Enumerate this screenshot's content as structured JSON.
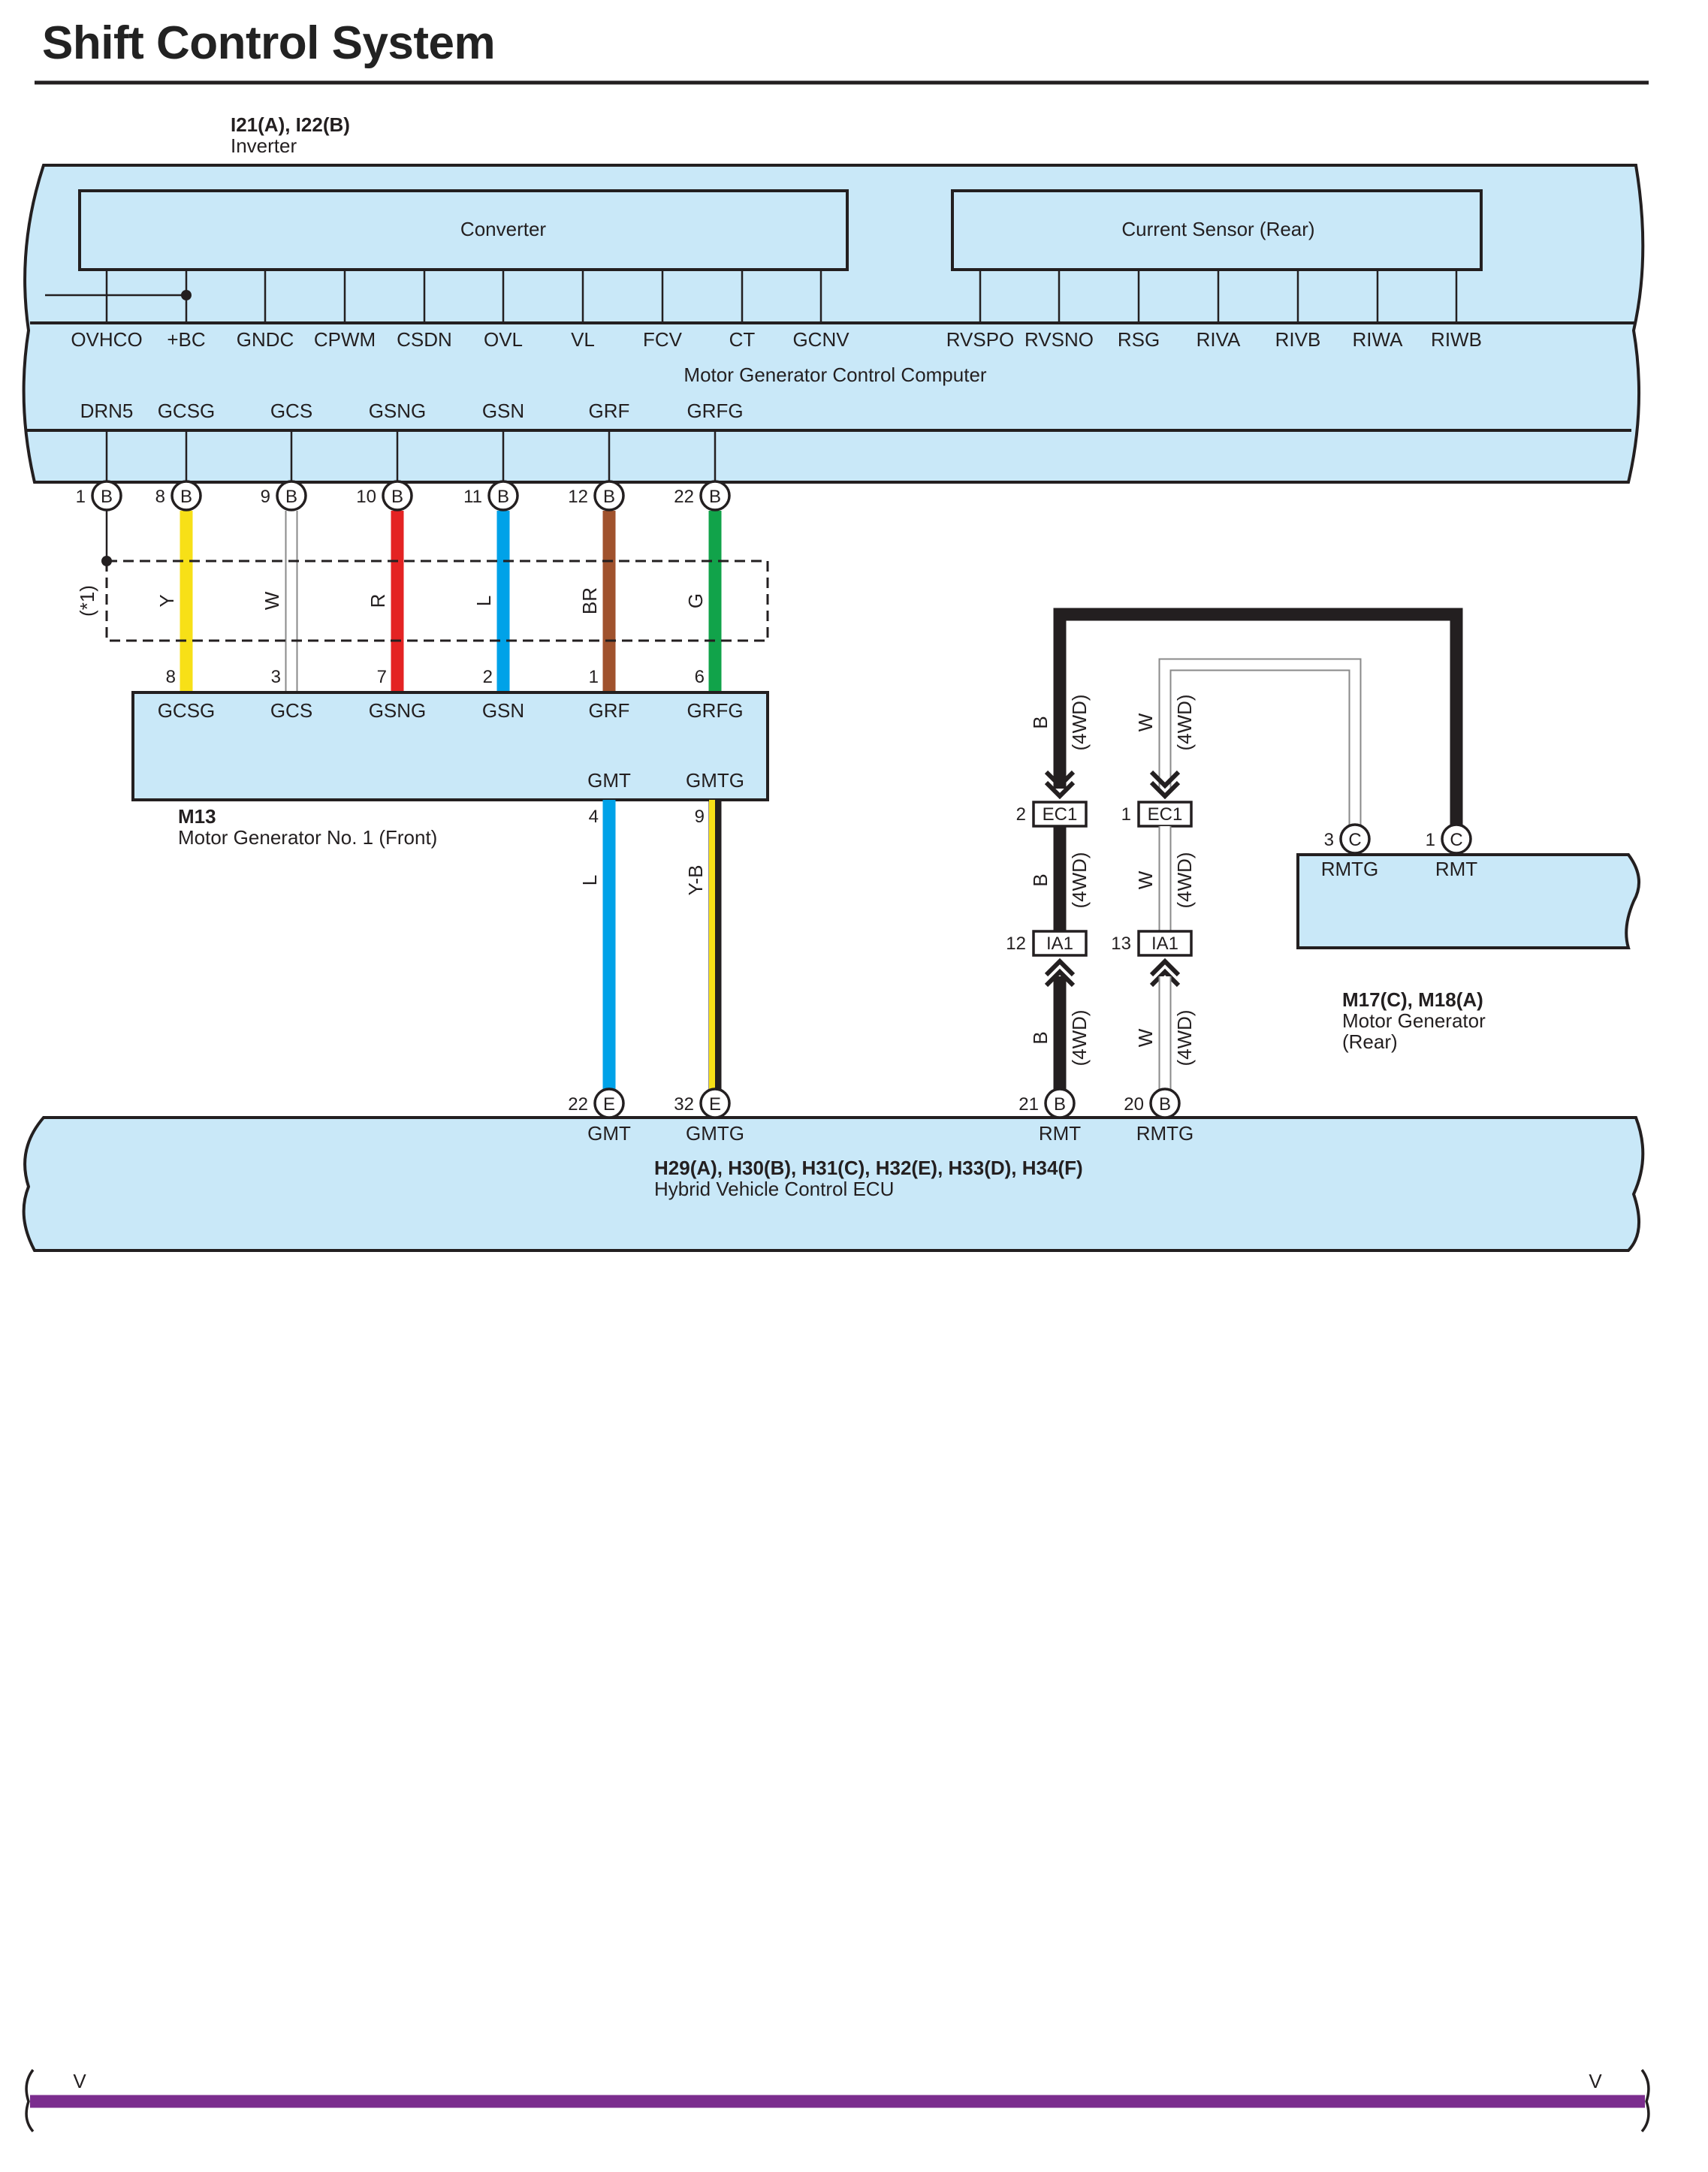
{
  "page": {
    "title": "Shift Control System"
  },
  "colors": {
    "component_fill": "#c9e8f8",
    "Y": "#f7e017",
    "W": "#ffffff",
    "R": "#e42323",
    "L": "#00a2e8",
    "BR": "#a0522d",
    "G": "#11a34a",
    "B": "#231f20",
    "V": "#7b2d8e"
  },
  "inverter": {
    "ids": "I21(A), I22(B)",
    "name": "Inverter",
    "converter_label": "Converter",
    "current_sensor_label": "Current Sensor (Rear)",
    "computer_label": "Motor Generator Control Computer",
    "top_terminals": [
      "OVHCO",
      "+BC",
      "GNDC",
      "CPWM",
      "CSDN",
      "OVL",
      "VL",
      "FCV",
      "CT",
      "GCNV",
      "RVSPO",
      "RVSNO",
      "RSG",
      "RIVA",
      "RIVB",
      "RIWA",
      "RIWB"
    ],
    "bottom_terminals": [
      "DRN5",
      "GCSG",
      "GCS",
      "GSNG",
      "GSN",
      "GRF",
      "GRFG"
    ],
    "bottom_pins": [
      {
        "num": "1",
        "conn": "B"
      },
      {
        "num": "8",
        "conn": "B"
      },
      {
        "num": "9",
        "conn": "B"
      },
      {
        "num": "10",
        "conn": "B"
      },
      {
        "num": "11",
        "conn": "B"
      },
      {
        "num": "12",
        "conn": "B"
      },
      {
        "num": "22",
        "conn": "B"
      }
    ]
  },
  "shield_note": "(*1)",
  "wires_front": [
    "Y",
    "W",
    "R",
    "L",
    "BR",
    "G"
  ],
  "motor_front": {
    "id": "M13",
    "name": "Motor Generator No. 1 (Front)",
    "top_pins": [
      "8",
      "3",
      "7",
      "2",
      "1",
      "6"
    ],
    "top_terminals": [
      "GCSG",
      "GCS",
      "GSNG",
      "GSN",
      "GRF",
      "GRFG"
    ],
    "bottom_terminals": [
      "GMT",
      "GMTG"
    ],
    "bottom_pins": [
      "4",
      "9"
    ],
    "bottom_wires": [
      "L",
      "Y-B"
    ]
  },
  "rear_circuit": {
    "wire_colors": [
      "B",
      "W"
    ],
    "note": "(4WD)",
    "connectors": [
      {
        "pin": "2",
        "name": "EC1"
      },
      {
        "pin": "1",
        "name": "EC1"
      },
      {
        "pin": "12",
        "name": "IA1"
      },
      {
        "pin": "13",
        "name": "IA1"
      }
    ]
  },
  "motor_rear": {
    "ids": "M17(C), M18(A)",
    "name": "Motor Generator",
    "name2": "(Rear)",
    "pins": [
      {
        "num": "3",
        "conn": "C"
      },
      {
        "num": "1",
        "conn": "C"
      }
    ],
    "terminals": [
      "RMTG",
      "RMT"
    ]
  },
  "hv_ecu": {
    "ids": "H29(A), H30(B), H31(C), H32(E), H33(D), H34(F)",
    "name": "Hybrid Vehicle Control ECU",
    "pins": [
      {
        "num": "22",
        "conn": "E"
      },
      {
        "num": "32",
        "conn": "E"
      },
      {
        "num": "21",
        "conn": "B"
      },
      {
        "num": "20",
        "conn": "B"
      }
    ],
    "terminals": [
      "GMT",
      "GMTG",
      "RMT",
      "RMTG"
    ]
  },
  "footer_wire": {
    "left": "V",
    "right": "V"
  }
}
